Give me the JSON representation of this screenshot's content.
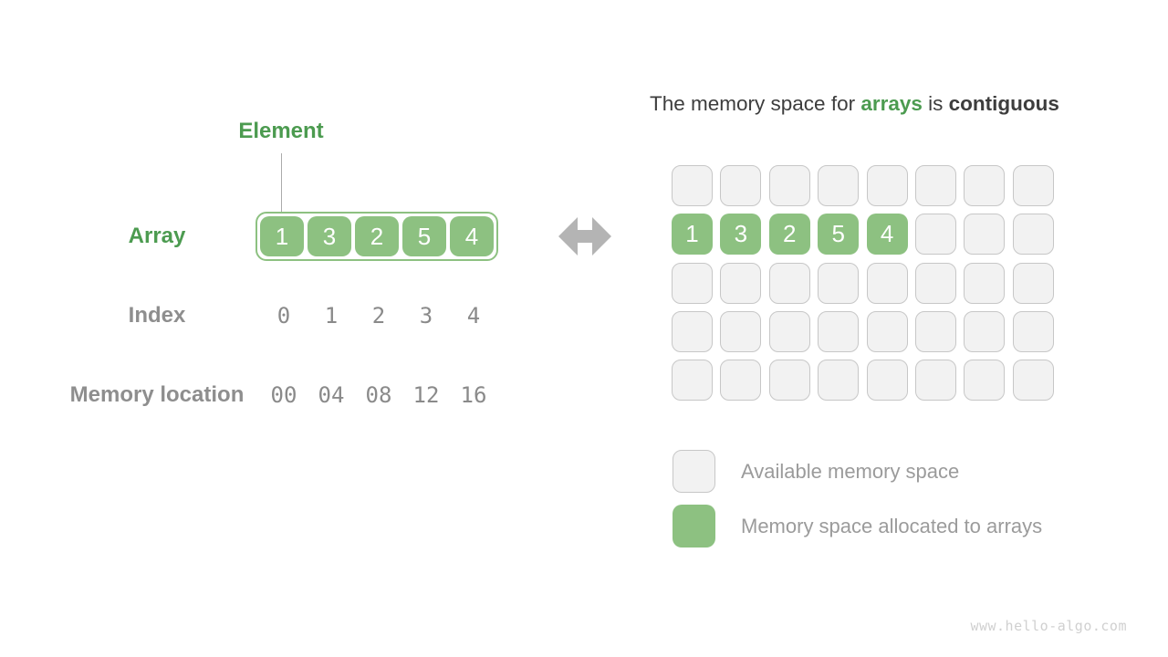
{
  "left": {
    "element_label": "Element",
    "array_label": "Array",
    "array_values": [
      "1",
      "3",
      "2",
      "5",
      "4"
    ],
    "index_label": "Index",
    "index_values": [
      "0",
      "1",
      "2",
      "3",
      "4"
    ],
    "memory_label": "Memory location",
    "memory_values": [
      "00",
      "04",
      "08",
      "12",
      "16"
    ]
  },
  "right": {
    "title": {
      "part1": "The memory space for ",
      "highlight": "arrays",
      "part2": " is ",
      "emphasis": "contiguous"
    },
    "grid": {
      "rows": 5,
      "cols": 8,
      "allocated_row": 1,
      "allocated_values": [
        "1",
        "3",
        "2",
        "5",
        "4"
      ]
    },
    "legend": [
      {
        "swatch": "available",
        "label": "Available memory space"
      },
      {
        "swatch": "allocated",
        "label": "Memory space allocated to arrays"
      }
    ]
  },
  "watermark": "www.hello-algo.com",
  "colors": {
    "green_fill": "#8dc181",
    "green_text": "#4c9b50",
    "gray_label": "#8e8e8e",
    "gray_mono": "#8a8a8a",
    "dark_text": "#3d3d3d",
    "cell_fill": "#f2f2f2",
    "cell_border": "#c7c7c7",
    "arrow_gray": "#b4b4b4",
    "legend_text": "#9b9b9b",
    "watermark_gray": "#d0d0d0",
    "line_gray": "#ababab"
  }
}
